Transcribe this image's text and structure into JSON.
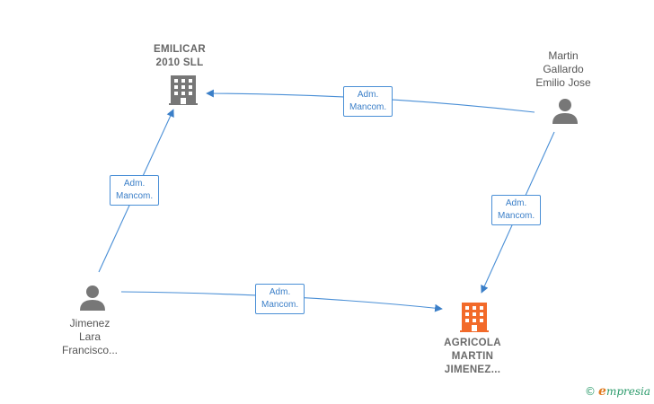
{
  "nodes": {
    "emilicar": {
      "line1": "EMILICAR",
      "line2": "2010 SLL",
      "color": "#777777"
    },
    "agricola": {
      "line1": "AGRICOLA",
      "line2": "MARTIN",
      "line3": "JIMENEZ...",
      "color": "#f26a2a"
    },
    "martin": {
      "line1": "Martin",
      "line2": "Gallardo",
      "line3": "Emilio Jose",
      "color": "#777777"
    },
    "jimenez": {
      "line1": "Jimenez",
      "line2": "Lara",
      "line3": "Francisco...",
      "color": "#777777"
    }
  },
  "edges": [
    {
      "from": "martin",
      "to": "emilicar",
      "label1": "Adm.",
      "label2": "Mancom."
    },
    {
      "from": "jimenez",
      "to": "emilicar",
      "label1": "Adm.",
      "label2": "Mancom."
    },
    {
      "from": "martin",
      "to": "agricola",
      "label1": "Adm.",
      "label2": "Mancom."
    },
    {
      "from": "jimenez",
      "to": "agricola",
      "label1": "Adm.",
      "label2": "Mancom."
    }
  ],
  "colors": {
    "edge": "#4a8fd6"
  },
  "watermark": {
    "symbol": "©",
    "brand_initial": "e",
    "brand_rest": "mpresia"
  }
}
